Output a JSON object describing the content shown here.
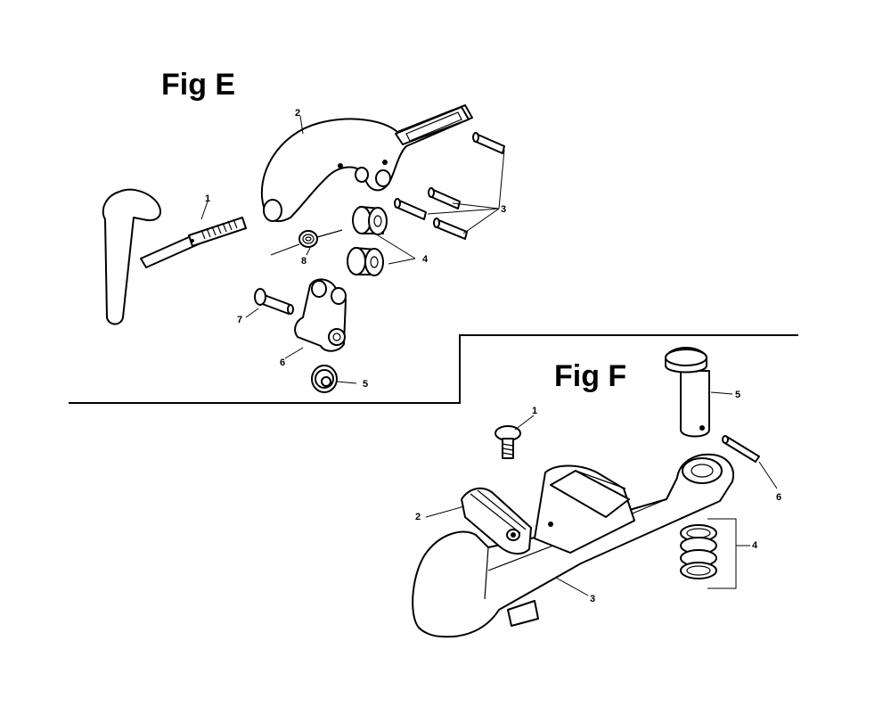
{
  "figures": {
    "fig_e": {
      "title": "Fig E",
      "callouts": [
        "1",
        "2",
        "3",
        "4",
        "5",
        "6",
        "7",
        "8"
      ]
    },
    "fig_f": {
      "title": "Fig F",
      "callouts": [
        "1",
        "2",
        "3",
        "4",
        "5",
        "6"
      ]
    }
  }
}
